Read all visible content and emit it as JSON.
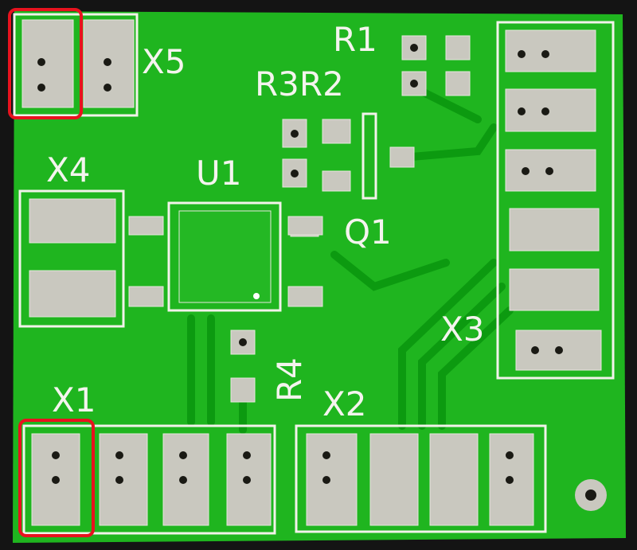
{
  "board": {
    "colors": {
      "background": "#141414",
      "solder_mask": "#1fb51f",
      "pad": "#c9c8bf",
      "silkscreen": "#f2f2ea",
      "highlight": "#e8121e"
    },
    "labels": {
      "x5": "X5",
      "r1": "R1",
      "r3r2": "R3R2",
      "x4": "X4",
      "u1": "U1",
      "q1": "Q1",
      "x3": "X3",
      "r4": "R4",
      "x1": "X1",
      "x2": "X2"
    }
  }
}
